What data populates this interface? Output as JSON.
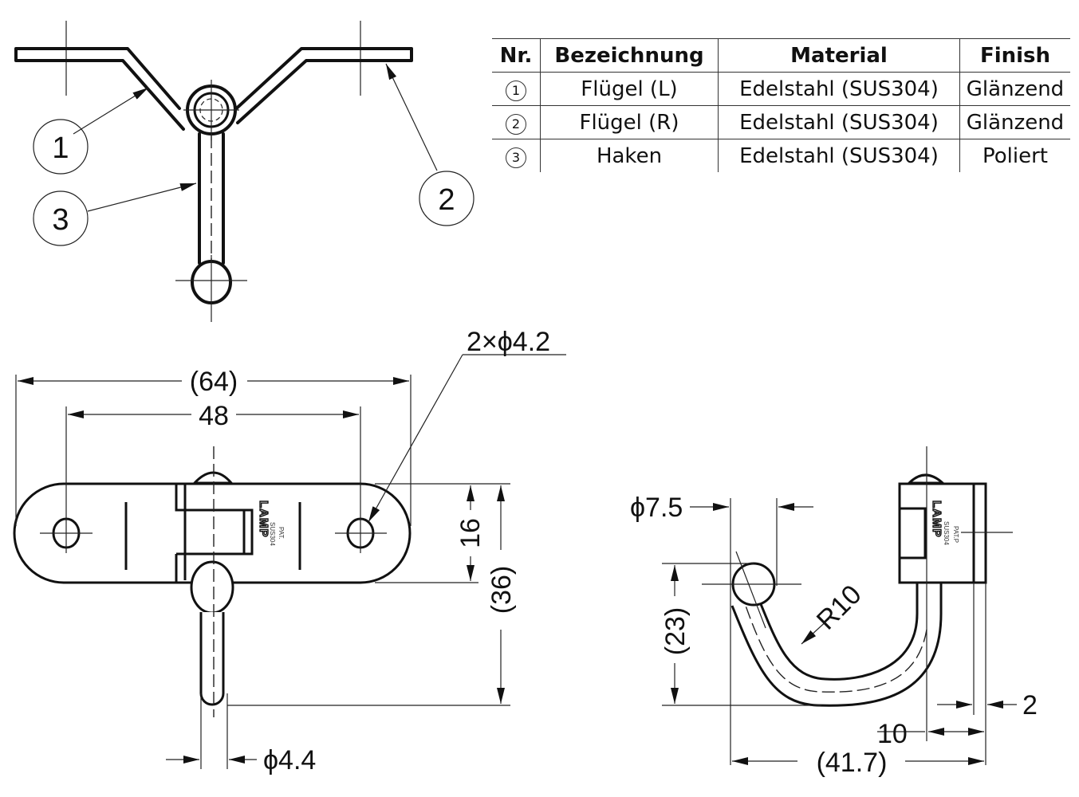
{
  "parts_table": {
    "headers": [
      "Nr.",
      "Bezeichnung",
      "Material",
      "Finish"
    ],
    "rows": [
      {
        "nr": "1",
        "name": "Flügel (L)",
        "material": "Edelstahl (SUS304)",
        "finish": "Glänzend"
      },
      {
        "nr": "2",
        "name": "Flügel (R)",
        "material": "Edelstahl (SUS304)",
        "finish": "Glänzend"
      },
      {
        "nr": "3",
        "name": "Haken",
        "material": "Edelstahl (SUS304)",
        "finish": "Poliert"
      }
    ]
  },
  "side_view": {
    "balloons": [
      "1",
      "2",
      "3"
    ]
  },
  "front_view": {
    "dim_overall_width": "(64)",
    "dim_hole_pitch": "48",
    "dim_holes": "2×ϕ4.2",
    "dim_plate_height": "16",
    "dim_overall_height": "(36)",
    "dim_pin_dia": "ϕ4.4",
    "marking_logo": "LAMP",
    "marking_material": "SUS304",
    "marking_pat": "PAT."
  },
  "hook_view": {
    "dim_ball_dia": "ϕ7.5",
    "dim_radius": "R10",
    "dim_height": "(23)",
    "dim_thickness": "2",
    "dim_offset": "10",
    "dim_overall_width": "(41.7)",
    "marking_logo": "LAMP",
    "marking_material": "SUS304",
    "marking_pat": "PAT.P"
  },
  "colors": {
    "line": "#111111",
    "background": "#ffffff"
  }
}
